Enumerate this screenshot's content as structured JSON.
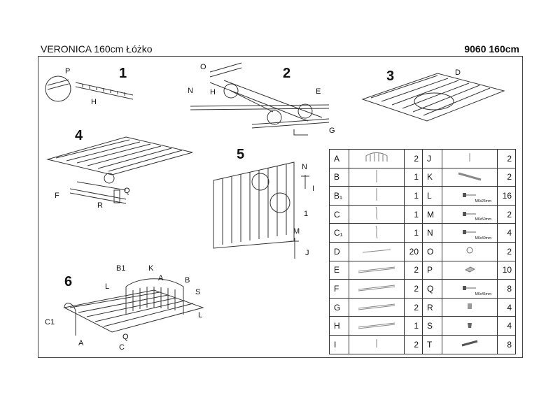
{
  "header": {
    "title": "VERONICA 160cm Łóżko",
    "code": "9060 160cm"
  },
  "steps": [
    "1",
    "2",
    "3",
    "4",
    "5",
    "6"
  ],
  "diagram_labels": {
    "s1": [
      "P",
      "H"
    ],
    "s2": [
      "O",
      "N",
      "H",
      "E",
      "G"
    ],
    "s3": [
      "D"
    ],
    "s4": [
      "F",
      "Q",
      "R"
    ],
    "s5": [
      "N",
      "I",
      "1",
      "M",
      "J"
    ],
    "s6": [
      "B1",
      "K",
      "A",
      "B",
      "L",
      "S",
      "C1",
      "Q",
      "A",
      "C",
      "L"
    ]
  },
  "parts": [
    {
      "left": {
        "letter": "A",
        "qty": "2"
      },
      "right": {
        "letter": "J",
        "qty": "2"
      }
    },
    {
      "left": {
        "letter": "B",
        "qty": "1"
      },
      "right": {
        "letter": "K",
        "qty": "2"
      }
    },
    {
      "left": {
        "letter": "B₁",
        "qty": "1"
      },
      "right": {
        "letter": "L",
        "qty": "16",
        "spec": "M6x25mm"
      }
    },
    {
      "left": {
        "letter": "C",
        "qty": "1"
      },
      "right": {
        "letter": "M",
        "qty": "2",
        "spec": "M6x50mm"
      }
    },
    {
      "left": {
        "letter": "C₁",
        "qty": "1"
      },
      "right": {
        "letter": "N",
        "qty": "4",
        "spec": "M6x40mm"
      }
    },
    {
      "left": {
        "letter": "D",
        "qty": "20"
      },
      "right": {
        "letter": "O",
        "qty": "2"
      }
    },
    {
      "left": {
        "letter": "E",
        "qty": "2"
      },
      "right": {
        "letter": "P",
        "qty": "10"
      }
    },
    {
      "left": {
        "letter": "F",
        "qty": "2"
      },
      "right": {
        "letter": "Q",
        "qty": "8",
        "spec": "M6x45mm"
      }
    },
    {
      "left": {
        "letter": "G",
        "qty": "2"
      },
      "right": {
        "letter": "R",
        "qty": "4"
      }
    },
    {
      "left": {
        "letter": "H",
        "qty": "1"
      },
      "right": {
        "letter": "S",
        "qty": "4"
      }
    },
    {
      "left": {
        "letter": "I",
        "qty": "2"
      },
      "right": {
        "letter": "T",
        "qty": "8"
      }
    }
  ],
  "icons": {
    "left": [
      "headboard-icon",
      "bar-icon",
      "bar-icon",
      "curved-bar-icon",
      "curved-bar-icon",
      "slat-icon",
      "rail-icon",
      "rail-icon",
      "rail-icon",
      "rail-icon",
      "pin-icon"
    ],
    "right": [
      "bolt-icon",
      "bracket-icon",
      "screw-icon",
      "screw-icon",
      "screw-icon",
      "washer-icon",
      "pad-icon",
      "screw-icon",
      "clip-icon",
      "cap-icon",
      "allen-key-icon"
    ]
  }
}
